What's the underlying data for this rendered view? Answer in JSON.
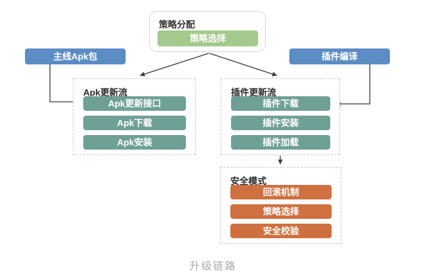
{
  "diagram": {
    "caption": "升级链路",
    "strategy": {
      "title": "策略分配",
      "button": "策略选择"
    },
    "main_apk_label": "主线Apk包",
    "plugin_compile_label": "插件编译",
    "apk_flow": {
      "title": "Apk更新流",
      "steps": [
        "Apk更新接口",
        "Apk下载",
        "Apk安装"
      ]
    },
    "plugin_flow": {
      "title": "插件更新流",
      "steps": [
        "插件下载",
        "插件安装",
        "插件加载"
      ]
    },
    "safe_mode": {
      "title": "安全模式",
      "steps": [
        "回滚机制",
        "策略选择",
        "安全校验"
      ]
    }
  },
  "colors": {
    "blue": "#5b8cc4",
    "green": "#a5c98c",
    "teal": "#6fa096",
    "orange": "#cf7040",
    "arrow": "#3d3d3d",
    "dashed-border": "#c9c9c9",
    "caption-gray": "#a8a8a8"
  }
}
